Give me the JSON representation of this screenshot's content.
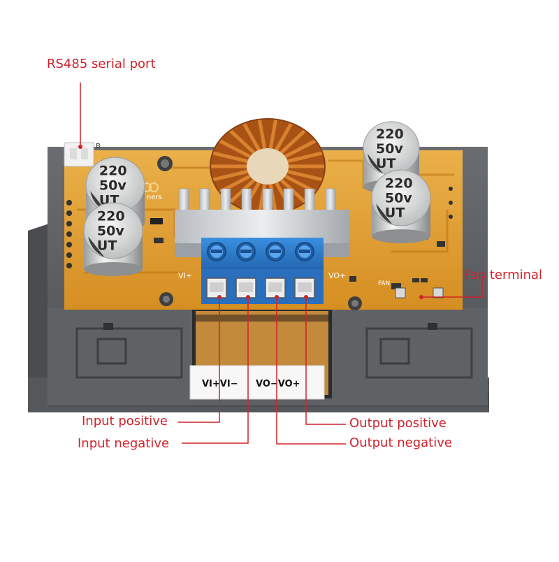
{
  "colors": {
    "callout": "#d0222a",
    "pcb": "#e3a033",
    "housing": "#5d6063",
    "terminal_block": "#2f7fd1",
    "capacitor": "#d9dadb",
    "coil": "#c06a28"
  },
  "callouts": {
    "rs485": "RS485 serial port",
    "fan_terminal": "Fan terminal",
    "input_positive": "Input positive",
    "input_negative": "Input negative",
    "output_positive": "Output positive",
    "output_negative": "Output negative"
  },
  "capacitors": [
    {
      "value": "220",
      "voltage": "50v",
      "series": "UT"
    },
    {
      "value": "220",
      "voltage": "50v",
      "series": "UT"
    },
    {
      "value": "220",
      "voltage": "50v",
      "series": "UT"
    },
    {
      "value": "220",
      "voltage": "50v",
      "series": "UT"
    }
  ],
  "board": {
    "silk_vi": "VI+",
    "silk_vo": "VO+",
    "silk_fan": "FAN",
    "logo_text": "ners",
    "side_label": "B"
  },
  "terminal_strip": {
    "left": "VI+VI−",
    "right": "VO−VO+"
  },
  "icons": {
    "connector": "jst-connector-icon",
    "inductor": "toroidal-coil-icon"
  }
}
